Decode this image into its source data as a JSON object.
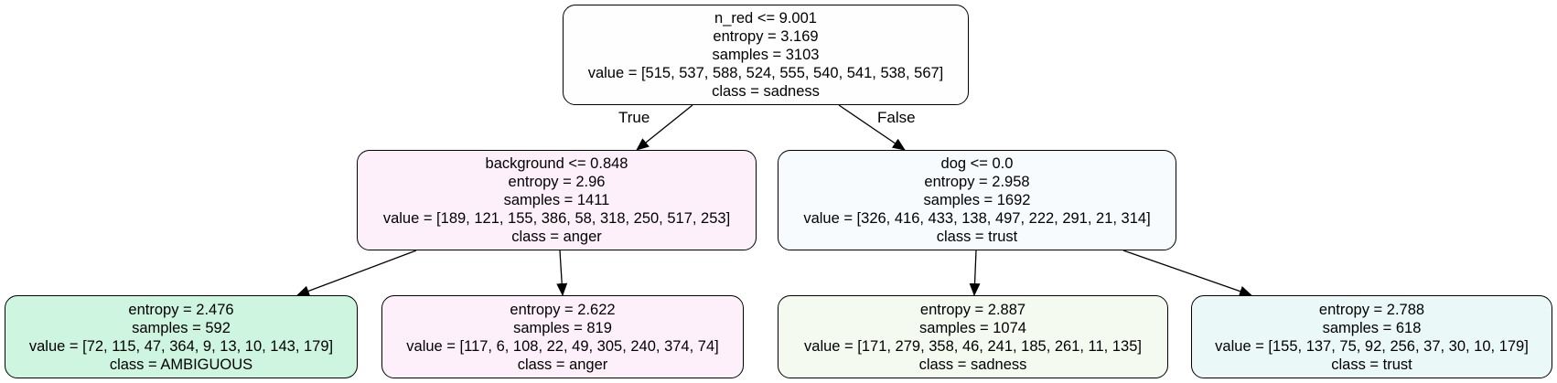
{
  "nodes": {
    "root": {
      "fill": "#fefefe",
      "lines": [
        "n_red <= 9.001",
        "entropy = 3.169",
        "samples = 3103",
        "value = [515, 537, 588, 524, 555, 540, 541, 538, 567]",
        "class = sadness"
      ]
    },
    "left": {
      "fill": "#fdf0fa",
      "lines": [
        "background <= 0.848",
        "entropy = 2.96",
        "samples = 1411",
        "value = [189, 121, 155, 386, 58, 318, 250, 517, 253]",
        "class = anger"
      ]
    },
    "right": {
      "fill": "#f7fbfd",
      "lines": [
        "dog <= 0.0",
        "entropy = 2.958",
        "samples = 1692",
        "value = [326, 416, 433, 138, 497, 222, 291, 21, 314]",
        "class = trust"
      ]
    },
    "left_left": {
      "fill": "#cdf5e0",
      "lines": [
        "entropy = 2.476",
        "samples = 592",
        "value = [72, 115, 47, 364, 9, 13, 10, 143, 179]",
        "class = AMBIGUOUS"
      ]
    },
    "left_right": {
      "fill": "#fdf0fa",
      "lines": [
        "entropy = 2.622",
        "samples = 819",
        "value = [117, 6, 108, 22, 49, 305, 240, 374, 74]",
        "class = anger"
      ]
    },
    "right_left": {
      "fill": "#f4faf0",
      "lines": [
        "entropy = 2.887",
        "samples = 1074",
        "value = [171, 279, 358, 46, 241, 185, 261, 11, 135]",
        "class = sadness"
      ]
    },
    "right_right": {
      "fill": "#eaf9f8",
      "lines": [
        "entropy = 2.788",
        "samples = 618",
        "value = [155, 137, 75, 92, 256, 37, 30, 10, 179]",
        "class = trust"
      ]
    }
  },
  "edge_labels": {
    "true_label": "True",
    "false_label": "False"
  }
}
